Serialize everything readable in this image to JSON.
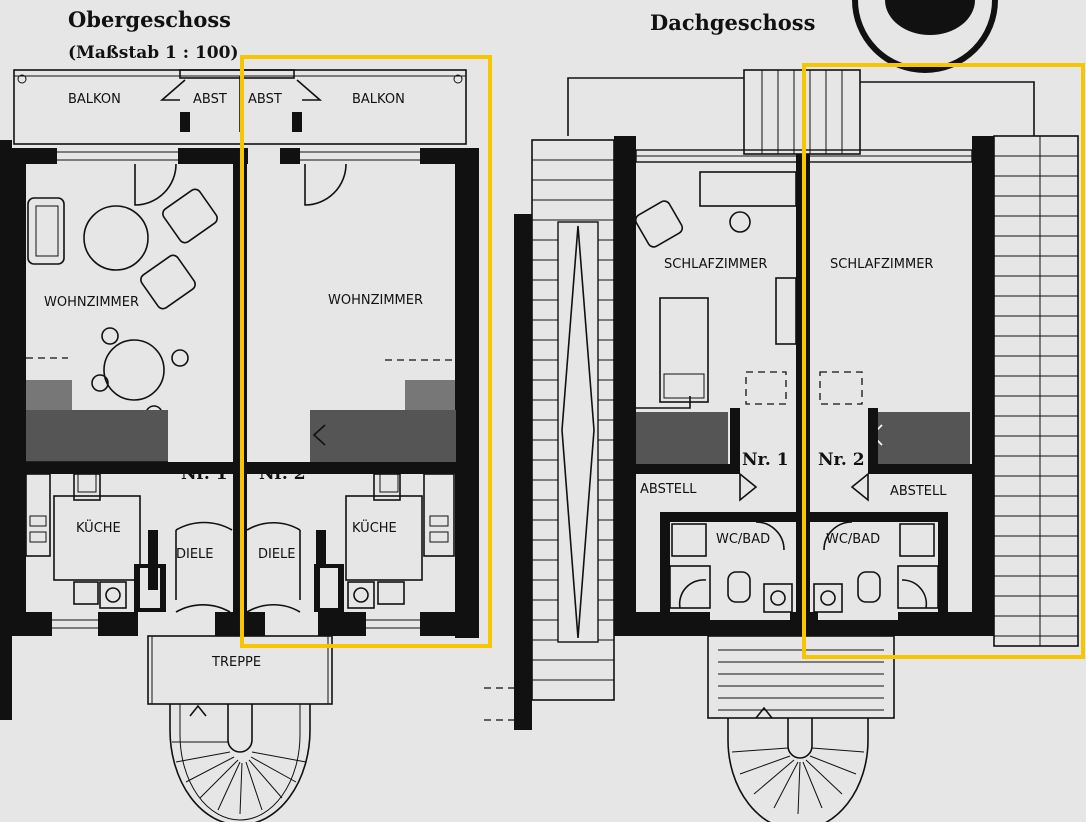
{
  "colors": {
    "background": "#e6e6e6",
    "ink": "#111111",
    "highlight": "#f7c600"
  },
  "titles": {
    "upper_floor": "Obergeschoss",
    "scale": "(Maßstab 1 : 100)",
    "attic": "Dachgeschoss"
  },
  "upper_floor": {
    "balkon_left": "BALKON",
    "abst_left": "ABST",
    "abst_right": "ABST",
    "balkon_right": "BALKON",
    "wohnzimmer_left": "WOHNZIMMER",
    "wohnzimmer_right": "WOHNZIMMER",
    "nr1": "Nr. 1",
    "nr2": "Nr. 2",
    "kueche_left": "KÜCHE",
    "kueche_right": "KÜCHE",
    "diele_left": "DIELE",
    "diele_right": "DIELE",
    "treppe": "TREPPE"
  },
  "attic_floor": {
    "schlafzimmer_left": "SCHLAFZIMMER",
    "schlafzimmer_right": "SCHLAFZIMMER",
    "nr1": "Nr. 1",
    "nr2": "Nr. 2",
    "abstell_left": "ABSTELL",
    "abstell_right": "ABSTELL",
    "wcbad_left": "WC/BAD",
    "wcbad_right": "WC/BAD"
  },
  "icons": {
    "compass": "compass-circle-icon"
  }
}
